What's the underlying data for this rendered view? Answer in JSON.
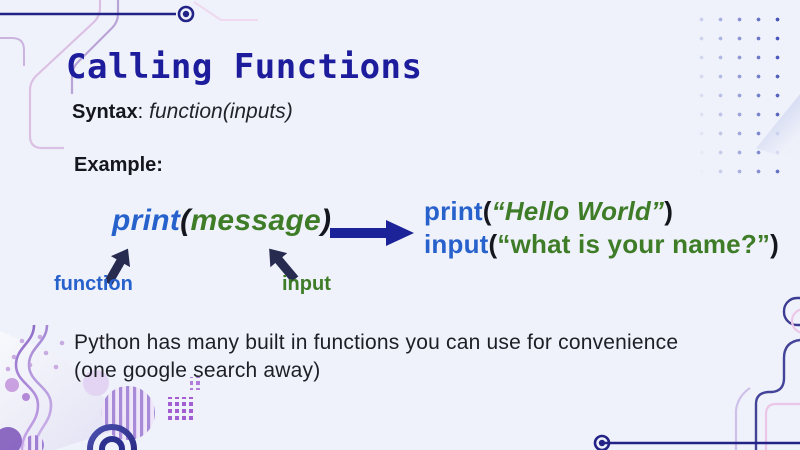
{
  "slide": {
    "title": "Calling Functions",
    "syntax_label": "Syntax",
    "syntax_separator": ":",
    "syntax_value": "function(inputs)",
    "example_label": "Example:",
    "code_example": {
      "function_name": "print",
      "open_paren": "(",
      "argument": "message",
      "close_paren": ")"
    },
    "arrow_labels": {
      "function": "function",
      "input": "input"
    },
    "result_examples": [
      {
        "function_name": "print",
        "open_paren": "(",
        "argument": "“Hello World”",
        "close_paren": ")"
      },
      {
        "function_name": "input",
        "open_paren": "(",
        "argument": "“what is your name?”",
        "close_paren": ")"
      }
    ],
    "body_text_line1": "Python has many built in functions you can use for convenience",
    "body_text_line2": "(one google search away)"
  },
  "colors": {
    "background": "#eff2fa",
    "title": "#1d1c9c",
    "function_blue": "#2761cb",
    "string_green": "#3e7c27",
    "text_dark": "#16161e",
    "arrow_navy": "#1c2399",
    "pointer_arrow": "#272b50",
    "line_navy": "#232387",
    "dot_blue": "#3a49b4",
    "deco_purple": "#9b7ccd",
    "deco_pink": "#ecc6e8",
    "deco_lavender": "#cfc0ea",
    "ring_navy": "#2b2f8e"
  }
}
